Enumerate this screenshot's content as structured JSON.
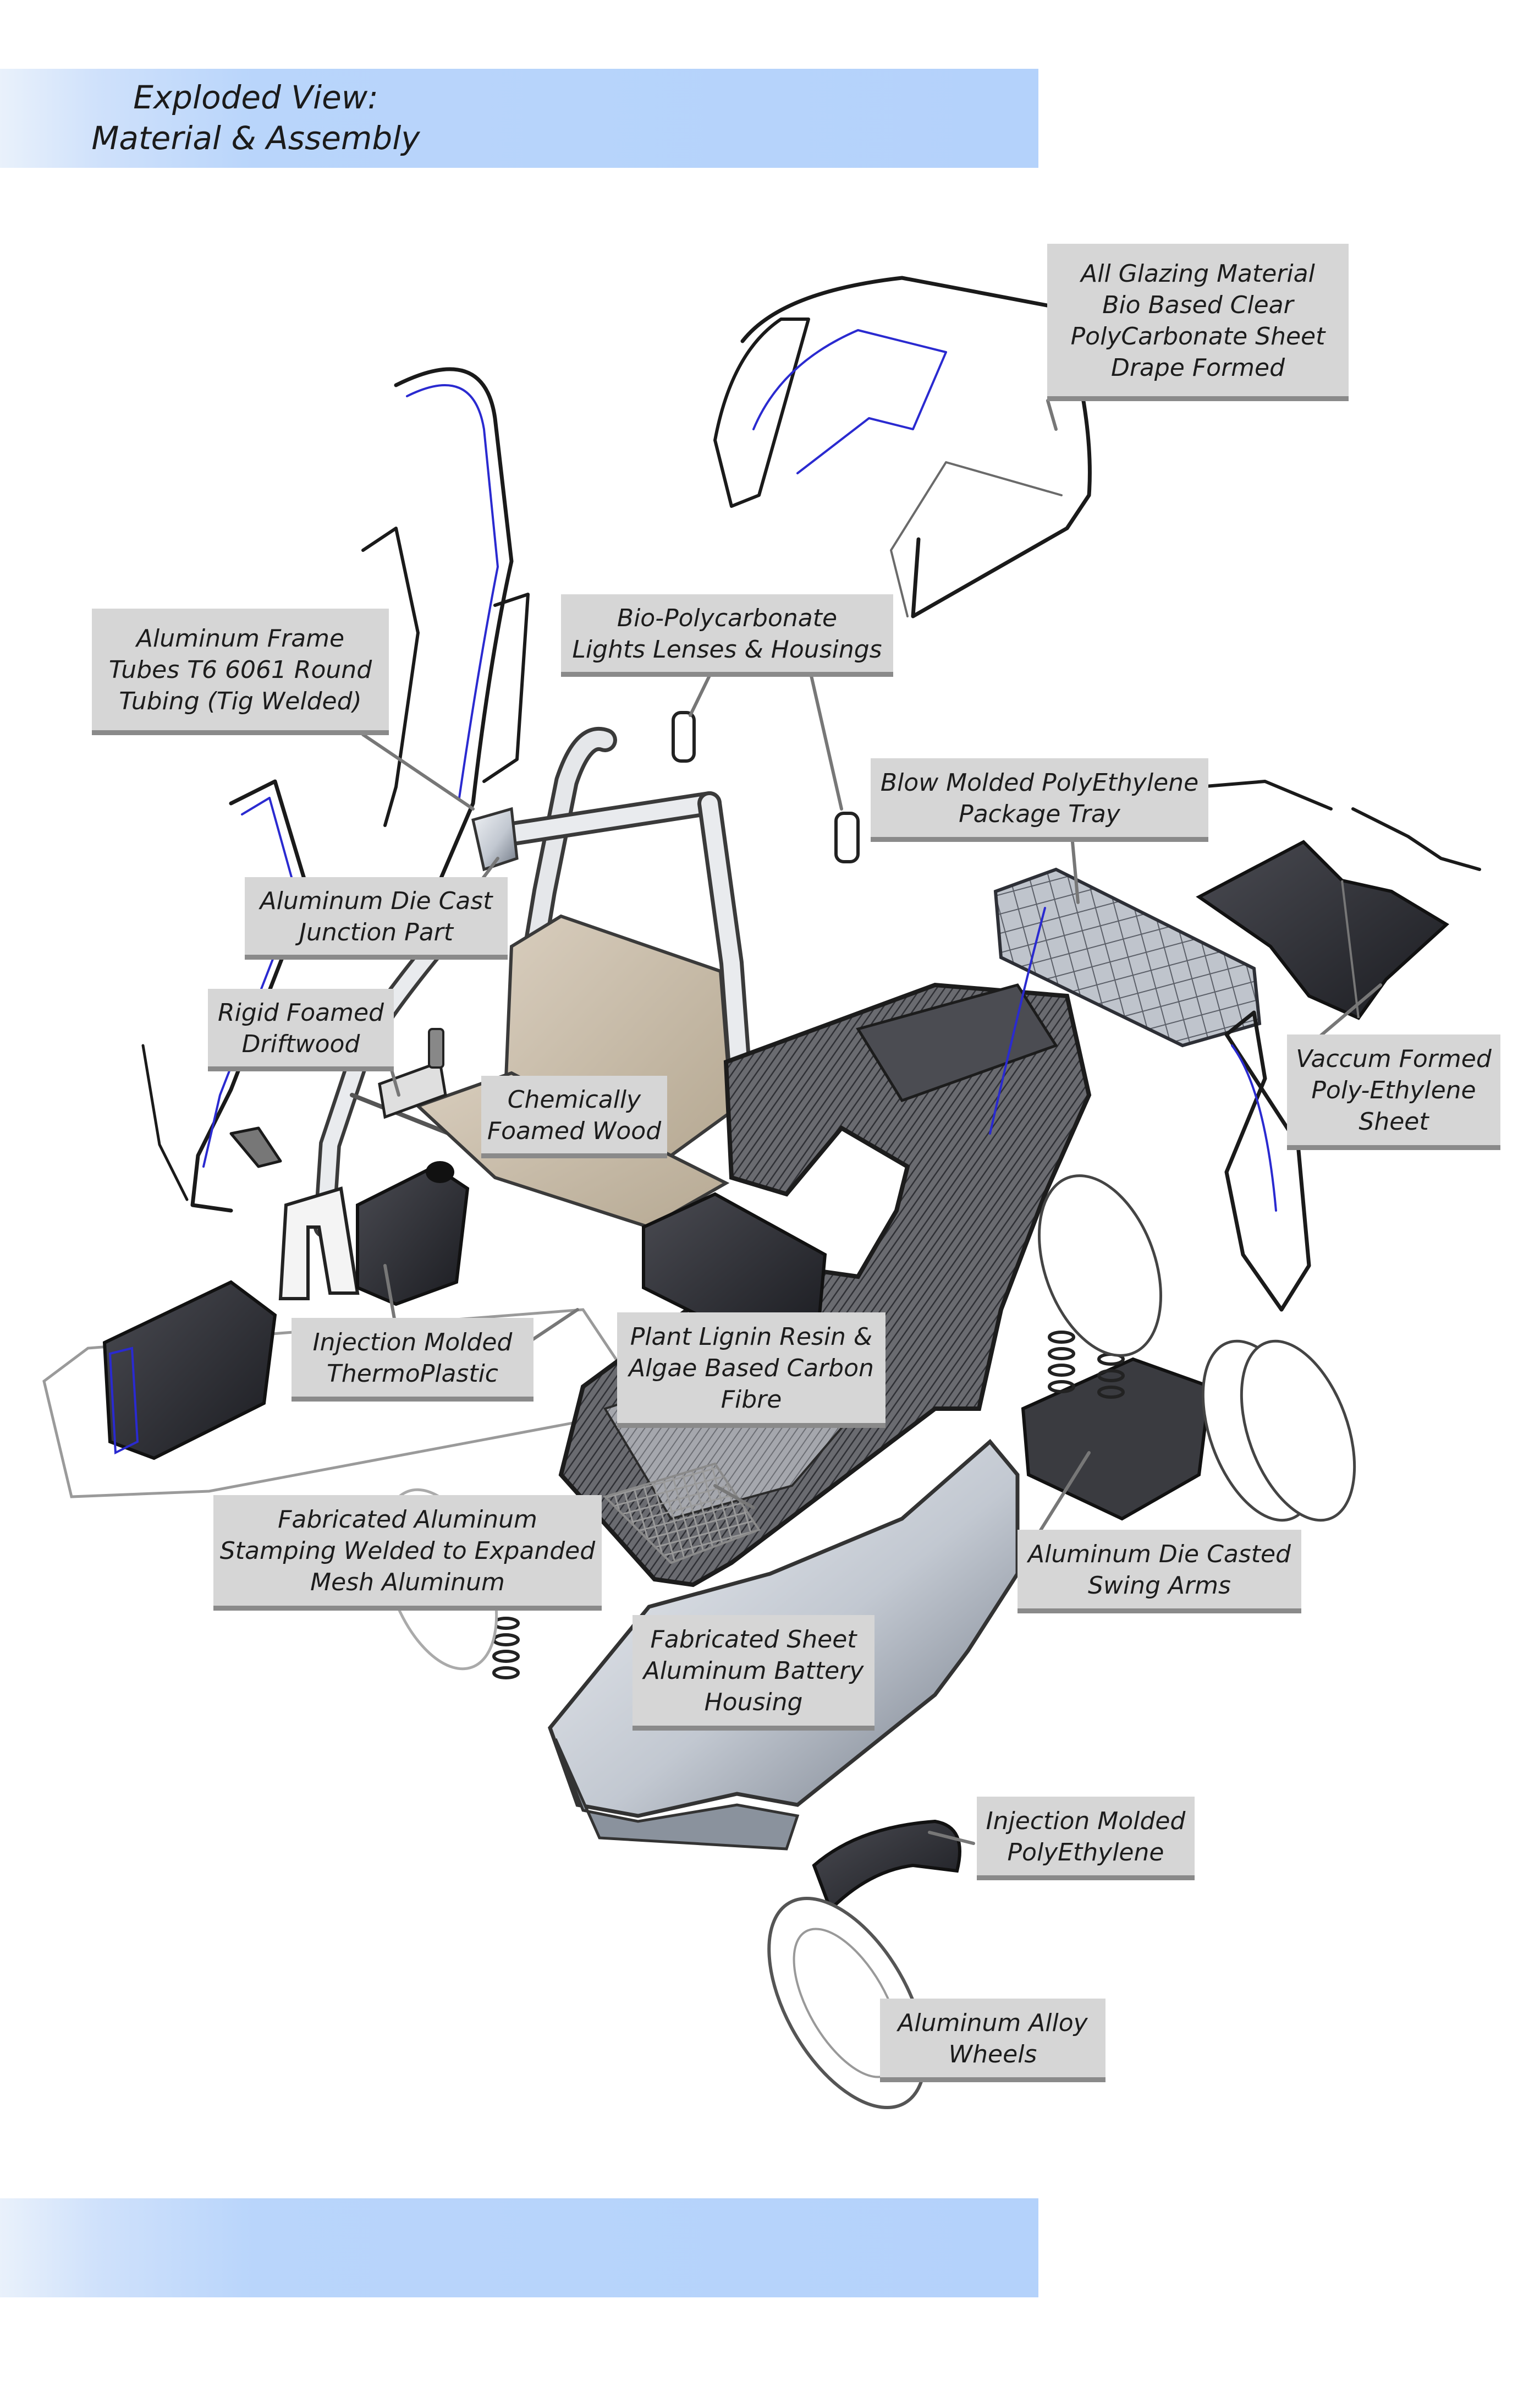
{
  "title": {
    "line1": "Exploded View:",
    "line2": "Material & Assembly"
  },
  "callouts": {
    "glazing": [
      "All Glazing Material",
      "Bio Based Clear",
      "PolyCarbonate Sheet",
      "Drape Formed"
    ],
    "frame_tubes": [
      "Aluminum Frame",
      "Tubes T6 6061 Round",
      "Tubing (Tig Welded)"
    ],
    "lights": [
      "Bio-Polycarbonate",
      "Lights Lenses & Housings"
    ],
    "package_tray": [
      "Blow Molded PolyEthylene",
      "Package Tray"
    ],
    "junction": [
      "Aluminum Die Cast",
      "Junction Part"
    ],
    "driftwood": [
      "Rigid Foamed",
      "Driftwood"
    ],
    "foamed_wood": [
      "Chemically",
      "Foamed Wood"
    ],
    "vacuum_sheet": [
      "Vaccum Formed",
      "Poly-Ethylene",
      "Sheet"
    ],
    "thermoplastic": [
      "Injection Molded",
      "ThermoPlastic"
    ],
    "carbon_fibre": [
      "Plant Lignin Resin &",
      "Algae Based Carbon",
      "Fibre"
    ],
    "mesh": [
      "Fabricated Aluminum",
      "Stamping Welded to Expanded",
      "Mesh Aluminum"
    ],
    "swing_arms": [
      "Aluminum Die Casted",
      "Swing Arms"
    ],
    "battery": [
      "Fabricated Sheet",
      "Aluminum Battery",
      "Housing"
    ],
    "fender": [
      "Injection Molded",
      "PolyEthylene"
    ],
    "wheels": [
      "Aluminum Alloy",
      "Wheels"
    ]
  }
}
